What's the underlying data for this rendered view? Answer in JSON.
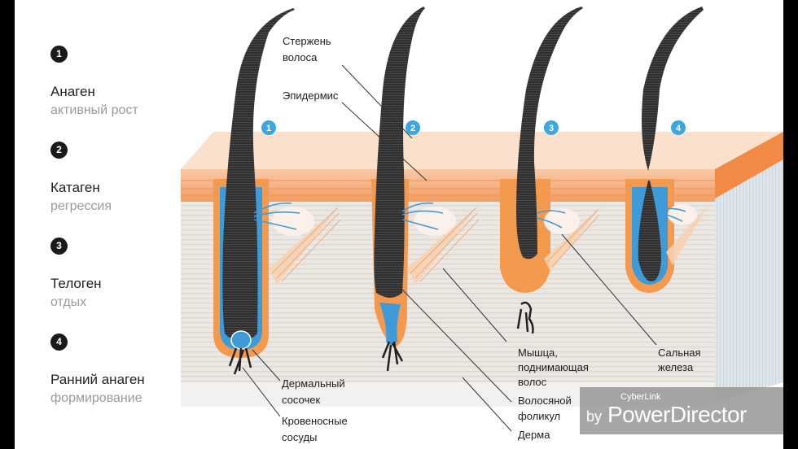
{
  "stages": [
    {
      "number": "1",
      "name": "Анаген",
      "desc": "активный рост"
    },
    {
      "number": "2",
      "name": "Катаген",
      "desc": "регрессия"
    },
    {
      "number": "3",
      "name": "Телоген",
      "desc": "отдых"
    },
    {
      "number": "4",
      "name": "Ранний анаген",
      "desc": "формирование"
    }
  ],
  "markers": [
    "1",
    "2",
    "3",
    "4"
  ],
  "labels": {
    "shaft_1": "Стержень",
    "shaft_2": "волоса",
    "epidermis": "Эпидермис",
    "papilla_1": "Дермальный",
    "papilla_2": "сосочек",
    "vessels_1": "Кровеносные",
    "vessels_2": "сосуды",
    "muscle_1": "Мышца,",
    "muscle_2": "поднимающая",
    "muscle_3": "волос",
    "follicle_1": "Волосяной",
    "follicle_2": "фоликул",
    "dermis": "Дерма",
    "gland_1": "Сальная",
    "gland_2": "железа"
  },
  "watermark": {
    "by": "by",
    "small": "CyberLink",
    "big": "PowerDirector"
  },
  "colors": {
    "skin": "#f6a877",
    "orange": "#f39a4f",
    "hair": "#2d2d2d",
    "blue": "#3f9ad8",
    "dermis": "#ece8e4"
  }
}
